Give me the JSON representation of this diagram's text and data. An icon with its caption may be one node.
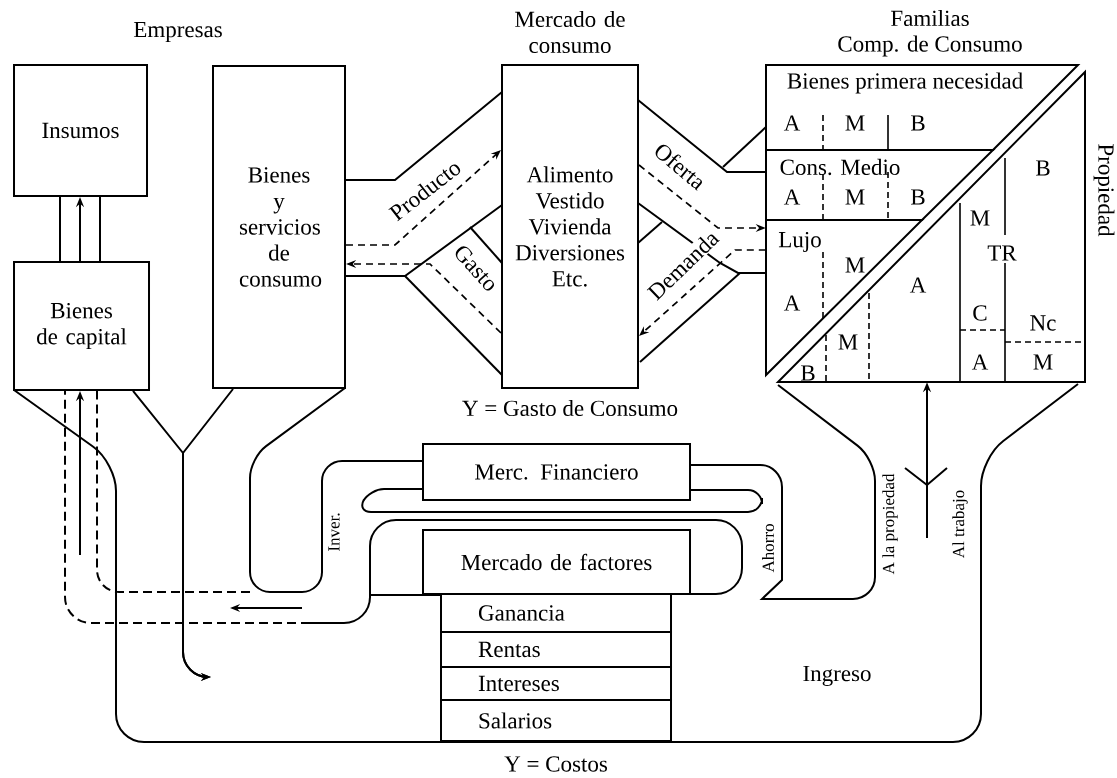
{
  "diagram": {
    "nodes": [
      {
        "text": [
          "Insumos"
        ]
      },
      {
        "text": [
          "Bienes de capital"
        ]
      },
      {
        "text": [
          "Bienes y servicios de consumo"
        ]
      },
      {
        "text": [
          "Mercado de consumo",
          "Alimento Vestido Vivienda Diversiones Etc."
        ],
        "beside": [
          "Y = Gasto de Consumo"
        ]
      },
      {
        "text": [
          "Familias",
          "Comp. de Consumo"
        ],
        "beside": [
          "Propiedad"
        ]
      },
      {
        "text": [
          "Bienes primera necesidad",
          "A",
          "M",
          "B"
        ],
        "in": 4
      },
      {
        "text": [
          "Cons. Medio",
          "A",
          "M",
          "B"
        ],
        "in": 4
      },
      {
        "text": [
          "Lujo",
          "M",
          "A"
        ],
        "in": 4
      },
      {
        "text": [
          "B",
          "M",
          "TR",
          "A",
          "C",
          "Nc",
          "M",
          "A",
          "M",
          "B"
        ],
        "in": 4
      },
      {
        "text": [
          "Merc. Financiero"
        ]
      },
      {
        "text": [
          "Mercado de factores"
        ]
      },
      {
        "text": [
          "Ganancia"
        ]
      },
      {
        "text": [
          "Rentas"
        ]
      },
      {
        "text": [
          "Intereses"
        ]
      },
      {
        "text": [
          "Salarios"
        ]
      }
    ],
    "edges": [
      {
        "from": 1,
        "to": 0,
        "arrow": "to"
      },
      {
        "from": 2,
        "to": 3,
        "arrow": "to",
        "label": "Producto",
        "style": "dashed"
      },
      {
        "from": 3,
        "to": 2,
        "arrow": "to",
        "label": "Gasto",
        "style": "dashed"
      },
      {
        "from": 3,
        "to": 4,
        "arrow": "to",
        "label": "Oferta",
        "style": "dashed"
      },
      {
        "from": 4,
        "to": 3,
        "arrow": "to",
        "label": "Demanda",
        "style": "dashed"
      },
      {
        "from": 1,
        "to": null,
        "arrow": "to"
      },
      {
        "from": 2,
        "to": null,
        "arrow": "to"
      },
      {
        "from": null,
        "to": 4,
        "arrow": "to"
      },
      {
        "from": null,
        "to": 1,
        "arrow": "to"
      }
    ],
    "labels": [
      "Empresas",
      "Inver.",
      "Ahorro",
      "A la propiedad",
      "Al trabajo",
      "Ingreso",
      "Y = Costos"
    ]
  }
}
